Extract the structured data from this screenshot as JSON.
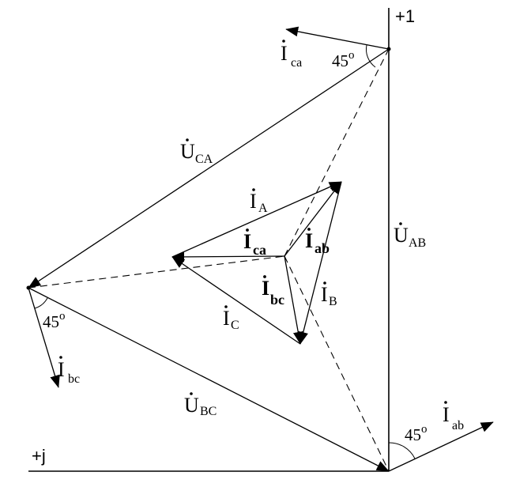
{
  "axes": {
    "real_label": "+1",
    "imag_label": "+j"
  },
  "vectors": {
    "U_AB": {
      "main": "U",
      "sub": "AB"
    },
    "U_BC": {
      "main": "U",
      "sub": "BC"
    },
    "U_CA": {
      "main": "U",
      "sub": "CA"
    },
    "I_ab": {
      "main": "I",
      "sub": "ab"
    },
    "I_bc": {
      "main": "I",
      "sub": "bc"
    },
    "I_ca": {
      "main": "I",
      "sub": "ca"
    },
    "I_A": {
      "main": "I",
      "sub": "A"
    },
    "I_B": {
      "main": "I",
      "sub": "B"
    },
    "I_C": {
      "main": "I",
      "sub": "C"
    },
    "I_ab_inner": {
      "main": "I",
      "sub": "ab"
    },
    "I_bc_inner": {
      "main": "I",
      "sub": "bc"
    },
    "I_ca_inner": {
      "main": "I",
      "sub": "ca"
    }
  },
  "angles": {
    "deg_value": "45",
    "deg_sign": "o"
  }
}
